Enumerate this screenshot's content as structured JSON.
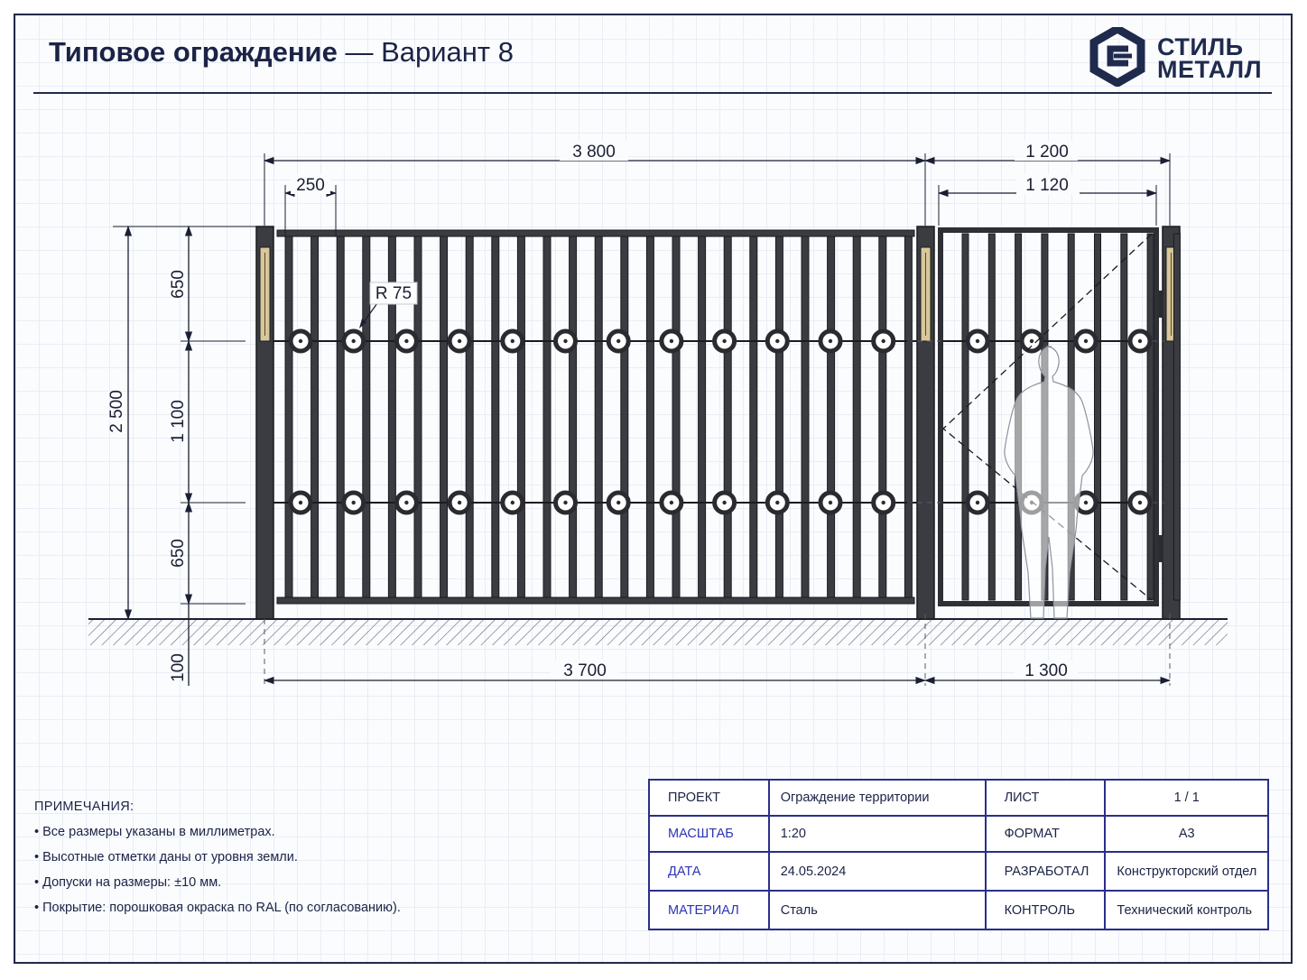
{
  "header": {
    "title_bold": "Типовое ограждение",
    "title_rest": " — Вариант 8",
    "brand_line1": "СТИЛЬ",
    "brand_line2": "МЕТАЛЛ",
    "brand_color": "#1f2a4d"
  },
  "drawing": {
    "dim_top_left": "3 800",
    "dim_top_right": "1 200",
    "dim_gate_inner": "1 120",
    "dim_pitch": "250",
    "dim_radius": "R 75",
    "dim_total_height": "2 500",
    "dim_upper": "650",
    "dim_middle": "1 100",
    "dim_lower": "650",
    "dim_below_ground": "100",
    "dim_bottom_left": "3 700",
    "dim_bottom_right": "1 300"
  },
  "notes": {
    "heading": "ПРИМЕЧАНИЯ:",
    "items": [
      "Все размеры указаны в миллиметрах.",
      "Высотные отметки даны от уровня земли.",
      "Допуски на размеры: ±10 мм.",
      "Покрытие: порошковая окраска по RAL (по согласованию)."
    ]
  },
  "stamp": {
    "rows": [
      {
        "k1": "ПРОЕКТ",
        "v1": "Ограждение территории",
        "k2": "ЛИСТ",
        "v2": "1 / 1"
      },
      {
        "k1": "МАСШТАБ",
        "v1": "1:20",
        "k2": "ФОРМАТ",
        "v2": "А3"
      },
      {
        "k1": "ДАТА",
        "v1": "24.05.2024",
        "k2": "РАЗРАБОТАЛ",
        "v2": "Конструкторский отдел"
      },
      {
        "k1": "МАТЕРИАЛ",
        "v1": "Сталь",
        "k2": "КОНТРОЛЬ",
        "v2": "Технический контроль"
      }
    ],
    "accent_color": "#2a34b5"
  }
}
